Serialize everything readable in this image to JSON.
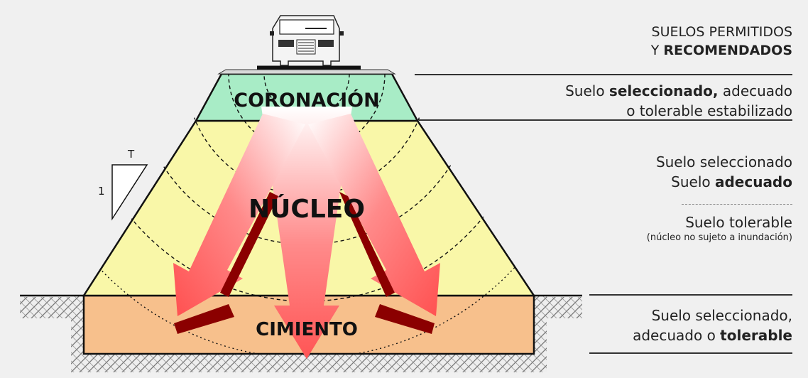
{
  "diagram": {
    "layers": {
      "coronacion": "CORONACIÓN",
      "nucleo": "NÚCLEO",
      "cimiento": "CIMIENTO"
    },
    "slope": {
      "horizontal": "T",
      "vertical": "1"
    },
    "colors": {
      "coronacion": "#a8ecc6",
      "nucleo": "#f9f7a8",
      "cimiento": "#f7c08c",
      "arrow_dark": "#8b0000",
      "arrow_light": "#ff6e6e",
      "background": "#f0f0f0"
    }
  },
  "legend": {
    "header_line1": "SUELOS PERMITIDOS",
    "header_line2_prefix": "Y ",
    "header_line2_bold": "RECOMENDADOS",
    "coronacion": {
      "line1_prefix": "Suelo ",
      "line1_bold": "seleccionado,",
      "line1_suffix": " adecuado",
      "line2": "o tolerable estabilizado"
    },
    "nucleo": {
      "line1": "Suelo seleccionado",
      "line2_prefix": "Suelo ",
      "line2_bold": "adecuado",
      "line3": "Suelo tolerable",
      "note": "(núcleo no sujeto a inundación)"
    },
    "cimiento": {
      "line1": "Suelo seleccionado,",
      "line2_prefix": "adecuado o ",
      "line2_bold": "tolerable"
    }
  }
}
